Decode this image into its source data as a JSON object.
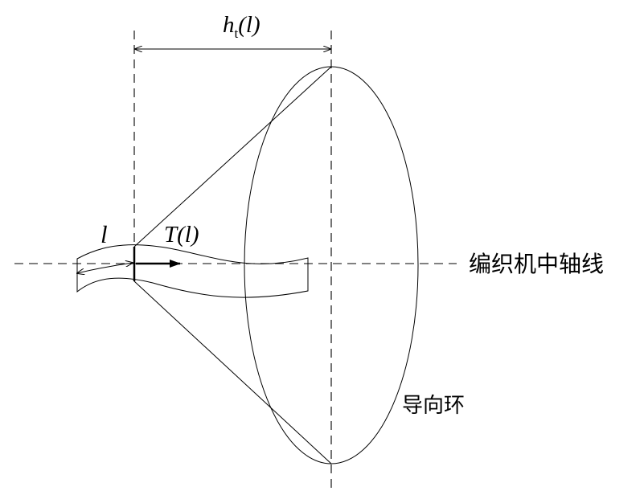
{
  "labels": {
    "height_symbol": "h",
    "height_subscript": "t",
    "height_arg": "(l)",
    "length_symbol": "l",
    "tension_symbol": "T",
    "tension_arg": "(l)",
    "axis_label": "编织机中轴线",
    "ring_label": "导向环"
  },
  "colors": {
    "stroke": "#000000",
    "background": "#ffffff"
  }
}
